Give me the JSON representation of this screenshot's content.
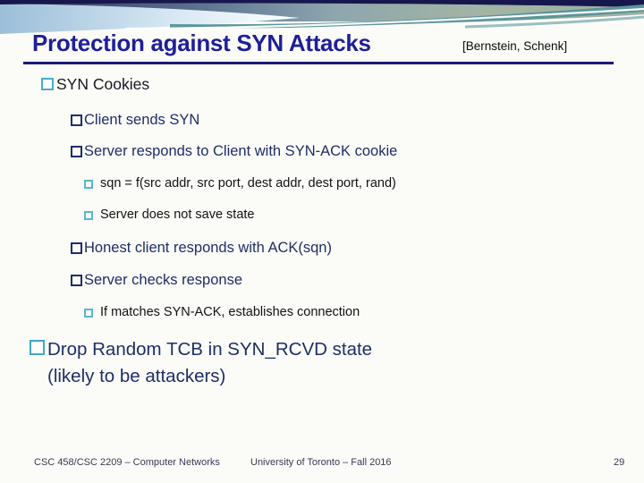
{
  "slide": {
    "title": "Protection against SYN Attacks",
    "citation": "[Bernstein, Schenk]",
    "items": [
      {
        "level": 1,
        "text": "SYN Cookies"
      },
      {
        "level": 2,
        "text": "Client sends SYN"
      },
      {
        "level": 2,
        "text": "Server responds to Client with SYN-ACK cookie"
      },
      {
        "level": 3,
        "text": "sqn = f(src addr, src port, dest addr, dest port, rand)"
      },
      {
        "level": 3,
        "text": "Server does not save state"
      },
      {
        "level": 2,
        "text": "Honest client responds with ACK(sqn)"
      },
      {
        "level": 2,
        "text": "Server checks response"
      },
      {
        "level": 3,
        "text": "If matches SYN-ACK, establishes connection"
      },
      {
        "level": 1,
        "text": "Drop Random TCB in SYN_RCVD state",
        "text2": "(likely to be attackers)"
      }
    ],
    "footer": {
      "left": "CSC 458/CSC 2209 – Computer Networks",
      "center": "University of Toronto – Fall 2016",
      "page": "29"
    },
    "colors": {
      "title_navy": "#1f1f99",
      "body_navy": "#1e2f66",
      "accent_cyan": "#4bacc6",
      "banner_navy": "#17174e",
      "banner_teal": "#5b9599",
      "banner_sage": "#a3b5a3"
    }
  }
}
